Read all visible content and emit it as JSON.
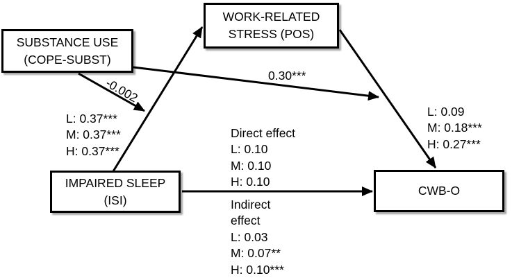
{
  "colors": {
    "ink": "#000000",
    "background": "#ffffff"
  },
  "nodes": {
    "substance_use": {
      "line1": "SUBSTANCE USE",
      "line2": "(COPE-SUBST)"
    },
    "work_stress": {
      "line1": "WORK-RELATED",
      "line2": "STRESS (POS)"
    },
    "impaired_sleep": {
      "line1": "IMPAIRED SLEEP",
      "line2": "(ISI)"
    },
    "cwbo": {
      "line1": "CWB-O"
    }
  },
  "edges": {
    "sleep_to_stress": {
      "lines": [
        "L: 0.37***",
        "M: 0.37***",
        "H: 0.37***"
      ]
    },
    "stress_to_cwbo": {
      "lines": [
        "L: 0.09",
        "M: 0.18***",
        "H: 0.27***"
      ]
    },
    "moderation_on_sleep_stress_path": {
      "label": "-0.002"
    },
    "moderation_on_stress_cwbo_path": {
      "label": "0.30***"
    },
    "direct_effect": {
      "lines": [
        "Direct effect",
        "L: 0.10",
        "M: 0.10",
        "H: 0.10"
      ]
    },
    "indirect_effect": {
      "lines": [
        "Indirect",
        "effect",
        "L: 0.03",
        "M: 0.07**",
        "H: 0.10***"
      ]
    }
  }
}
